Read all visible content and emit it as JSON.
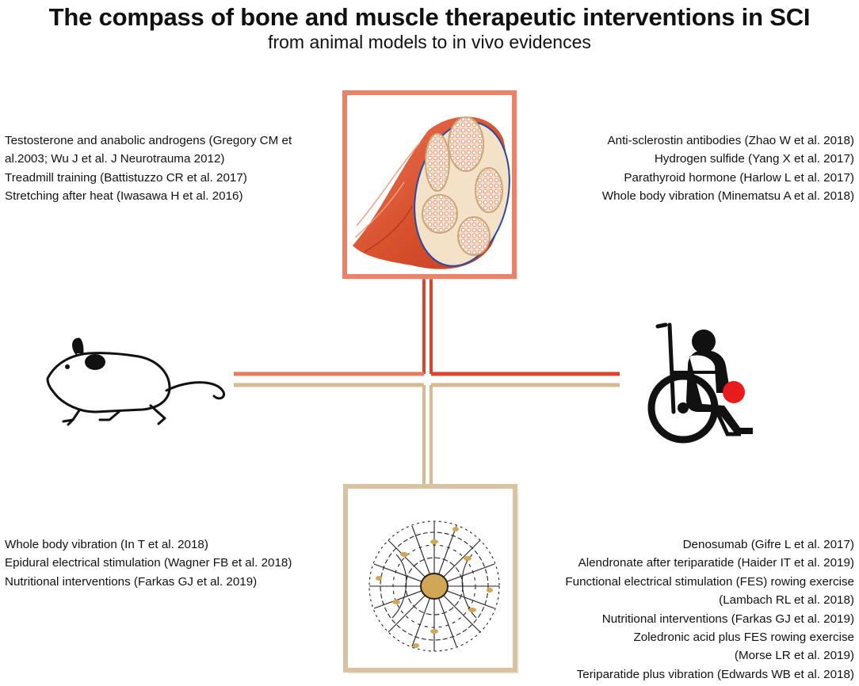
{
  "title": "The compass of bone and muscle therapeutic interventions in SCI",
  "subtitle": "from animal models to in vivo evidences",
  "colors": {
    "muscle_frame": "#e8836a",
    "bone_frame": "#d8c2a0",
    "muscle_line": "#d9452e",
    "bone_line": "#d4b98e",
    "knee_ball": "#e81c1c"
  },
  "icons": {
    "muscle": "muscle-cross-section-illustration",
    "bone": "trabecular-bone-illustration",
    "mouse": "mouse-icon",
    "patient": "wheelchair-user-icon"
  },
  "quadrants": {
    "top_left": [
      "Testosterone and anabolic androgens (Gregory CM et",
      "al.2003; Wu J et al. J Neurotrauma 2012)",
      "Treadmill training (Battistuzzo CR et al. 2017)",
      "Stretching after heat (Iwasawa H et al. 2016)"
    ],
    "top_right": [
      "Anti-sclerostin antibodies (Zhao W et al. 2018)",
      "Hydrogen sulfide (Yang X et al. 2017)",
      "Parathyroid hormone (Harlow L et al. 2017)",
      "Whole body vibration (Minematsu A et al. 2018)"
    ],
    "bottom_left": [
      "Whole body vibration (In T et al. 2018)",
      "Epidural electrical stimulation (Wagner FB et al. 2018)",
      "Nutritional interventions (Farkas GJ et al. 2019)"
    ],
    "bottom_right": [
      "Denosumab (Gifre L et al. 2017)",
      "Alendronate after teriparatide (Haider IT et al. 2019)",
      "Functional electrical stimulation (FES) rowing exercise",
      "(Lambach RL et al. 2018)",
      "Nutritional interventions (Farkas GJ et al. 2019)",
      "Zoledronic acid plus FES rowing exercise",
      "(Morse LR et al. 2019)",
      "Teriparatide plus vibration (Edwards WB et al. 2018)"
    ]
  }
}
